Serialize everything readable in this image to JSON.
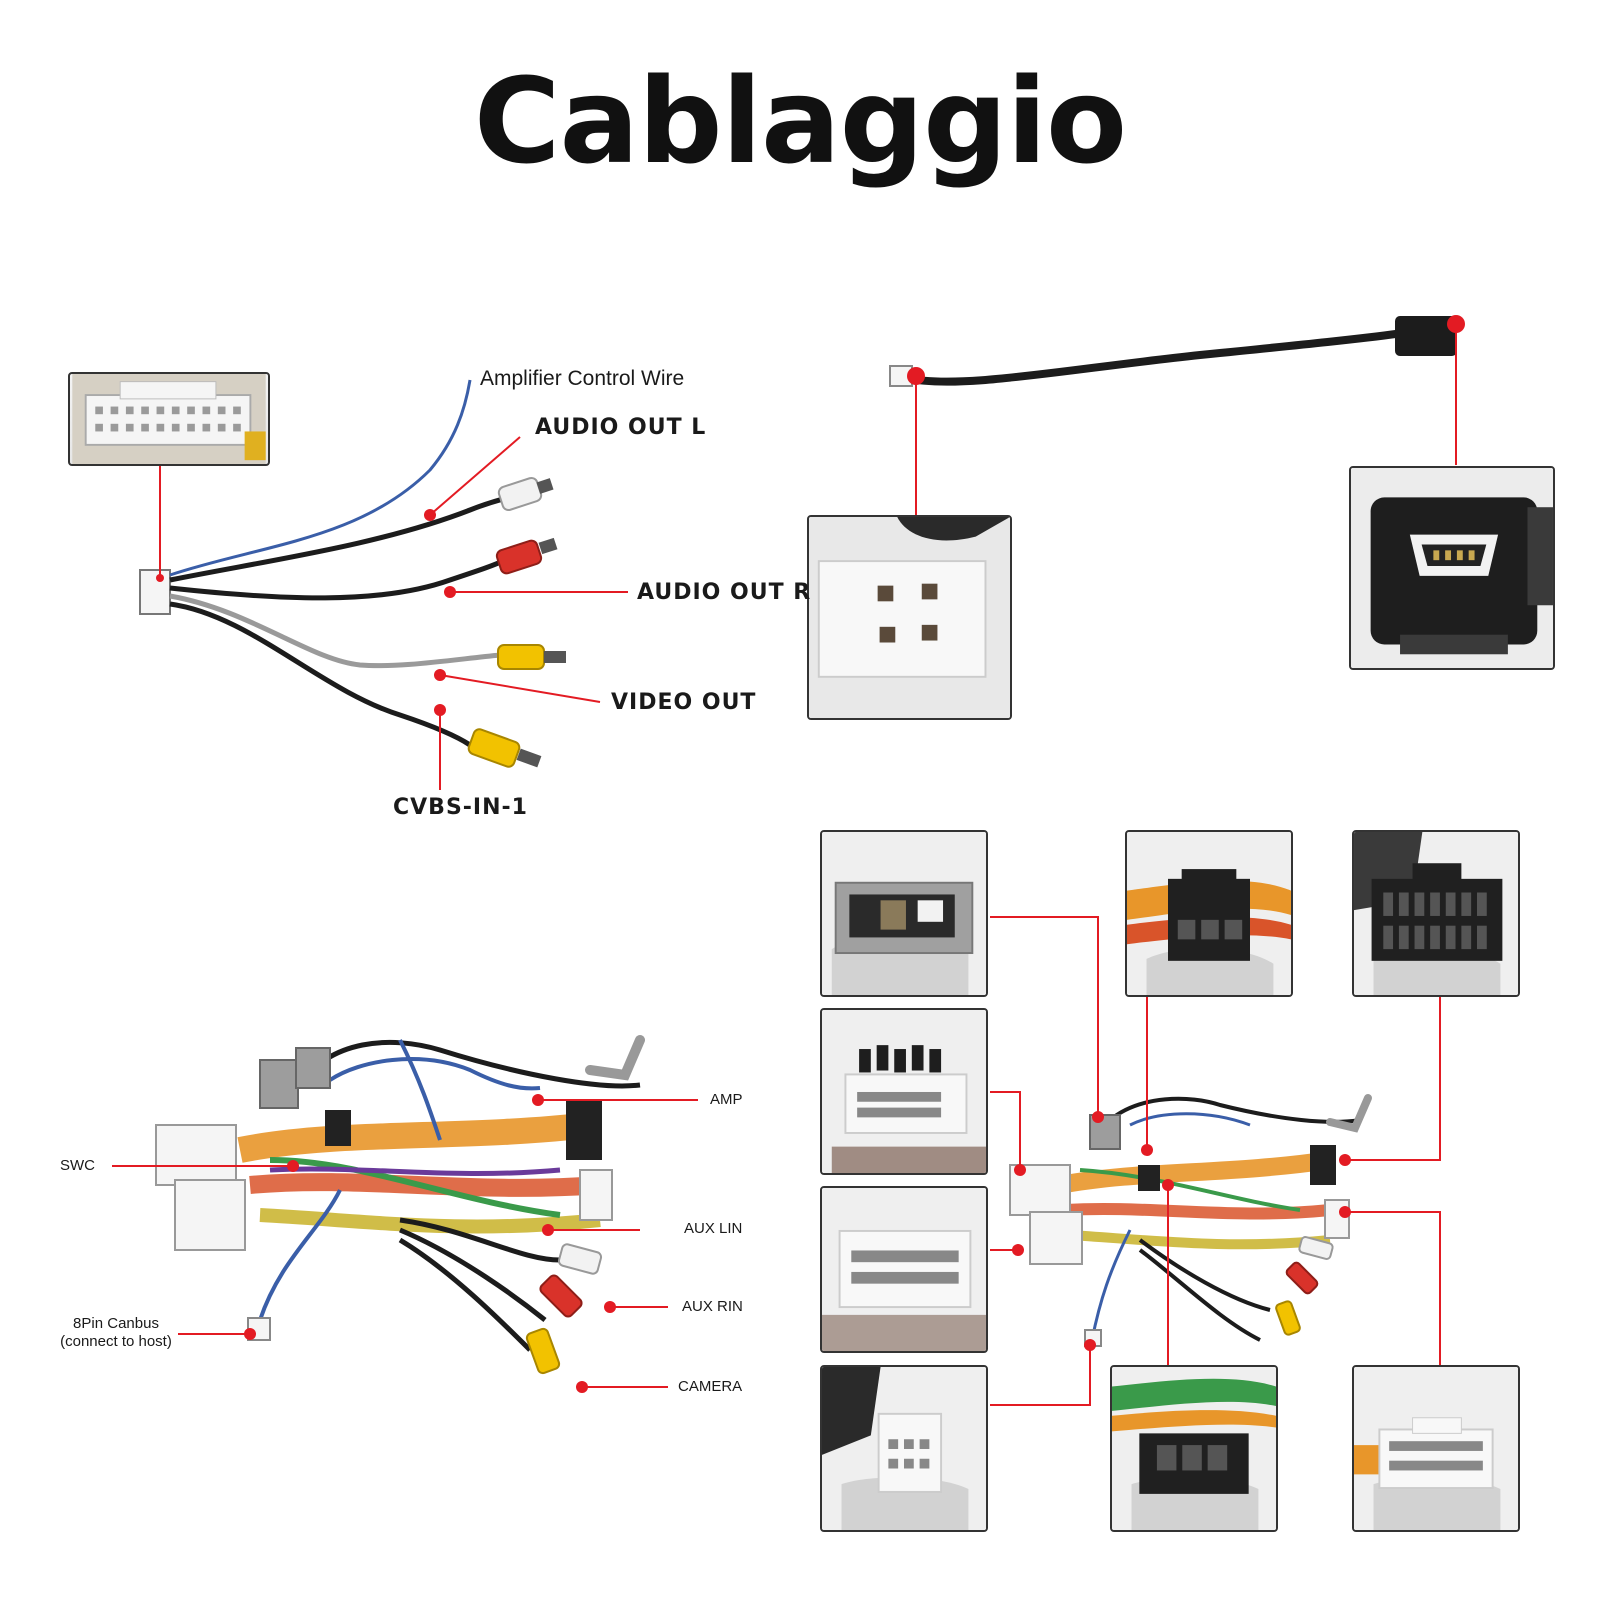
{
  "title": "Cablaggio",
  "labels": {
    "amplifier_control_wire": "Amplifier Control Wire",
    "audio_out_l": "AUDIO OUT L",
    "audio_out_r": "AUDIO OUT R",
    "video_out": "VIDEO OUT",
    "cvbs_in_1": "CVBS-IN-1",
    "amp": "AMP",
    "swc": "SWC",
    "aux_lin": "AUX LIN",
    "aux_rin": "AUX RIN",
    "camera": "CAMERA",
    "canbus_line1": "8Pin Canbus",
    "canbus_line2": "(connect to host)"
  },
  "colors": {
    "callout_red": "#e31b23",
    "wire_black": "#1c1c1c",
    "wire_blue": "#3a5ea8",
    "wire_gray": "#9a9a9a",
    "rca_white": "#f2f2f2",
    "rca_red": "#d9322a",
    "rca_yellow": "#f2c200",
    "connector_white": "#f5f5f5",
    "connector_gray": "#9d9d9d",
    "connector_black": "#222222"
  },
  "icons": {
    "connector_photo": "connector-photo-icon",
    "rca_plug": "rca-plug-icon",
    "usb_port": "mini-usb-port-icon"
  }
}
